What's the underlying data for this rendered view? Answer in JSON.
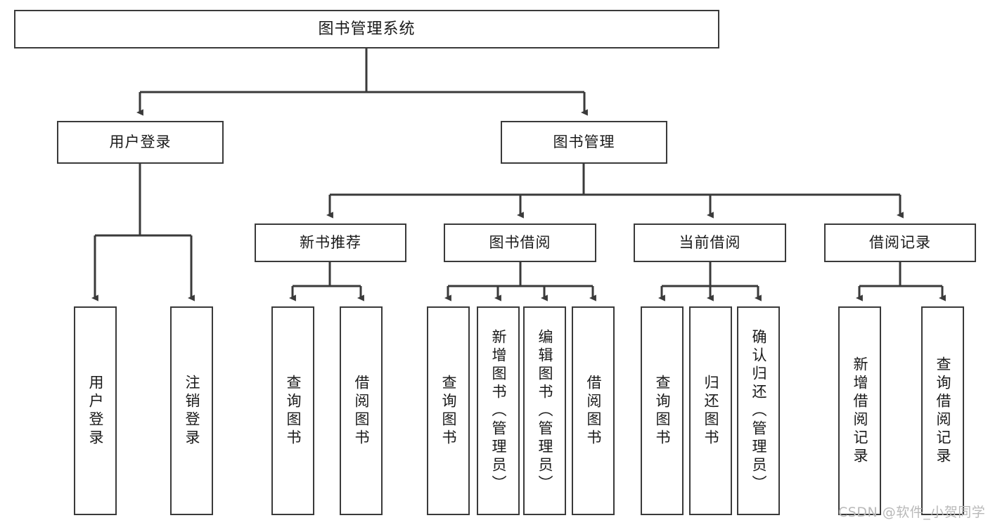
{
  "diagram": {
    "title": "图书管理系统",
    "type": "tree-hierarchy",
    "root": {
      "id": "root",
      "label": "图书管理系统"
    },
    "level2": [
      {
        "id": "user-login",
        "label": "用户登录"
      },
      {
        "id": "book-manage",
        "label": "图书管理"
      }
    ],
    "level3": [
      {
        "id": "new-book-recommend",
        "label": "新书推荐",
        "parent": "book-manage"
      },
      {
        "id": "book-borrow",
        "label": "图书借阅",
        "parent": "book-manage"
      },
      {
        "id": "current-borrow",
        "label": "当前借阅",
        "parent": "book-manage"
      },
      {
        "id": "borrow-record",
        "label": "借阅记录",
        "parent": "book-manage"
      }
    ],
    "leaves": [
      {
        "id": "leaf-user-login",
        "label": "用户登录",
        "parent": "user-login"
      },
      {
        "id": "leaf-user-logout",
        "label": "注销登录",
        "parent": "user-login"
      },
      {
        "id": "leaf-query-book-1",
        "label": "查询图书",
        "parent": "new-book-recommend"
      },
      {
        "id": "leaf-borrow-book-1",
        "label": "借阅图书",
        "parent": "new-book-recommend"
      },
      {
        "id": "leaf-query-book-2",
        "label": "查询图书",
        "parent": "book-borrow"
      },
      {
        "id": "leaf-add-book",
        "label": "新增图书（管理员）",
        "parent": "book-borrow"
      },
      {
        "id": "leaf-edit-book",
        "label": "编辑图书（管理员）",
        "parent": "book-borrow"
      },
      {
        "id": "leaf-borrow-book-2",
        "label": "借阅图书",
        "parent": "book-borrow"
      },
      {
        "id": "leaf-query-book-3",
        "label": "查询图书",
        "parent": "current-borrow"
      },
      {
        "id": "leaf-return-book",
        "label": "归还图书",
        "parent": "current-borrow"
      },
      {
        "id": "leaf-confirm-return",
        "label": "确认归还（管理员）",
        "parent": "current-borrow"
      },
      {
        "id": "leaf-add-record",
        "label": "新增借阅记录",
        "parent": "borrow-record"
      },
      {
        "id": "leaf-query-record",
        "label": "查询借阅记录",
        "parent": "borrow-record"
      }
    ]
  },
  "watermark": {
    "text": "CSDN @软件_小贺同学"
  },
  "colors": {
    "box_border": "#3a3a3a",
    "box_fill": "#ffffff",
    "edge": "#3a3a3a",
    "text": "#1a1a1a",
    "watermark": "#b9b9b9",
    "background": "#ffffff"
  }
}
